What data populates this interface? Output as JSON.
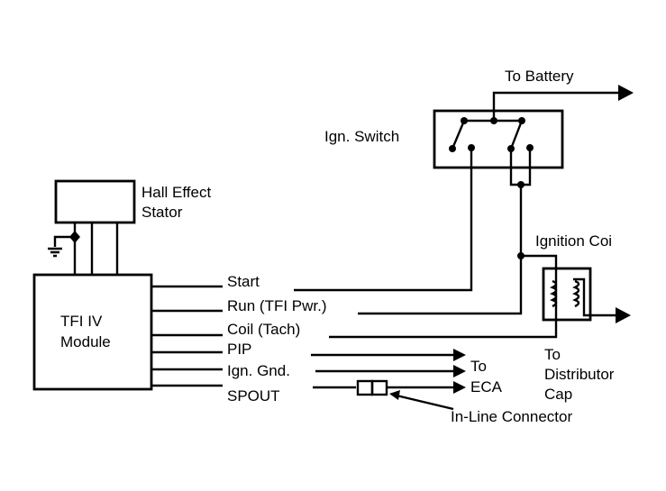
{
  "labels": {
    "to_battery": "To Battery",
    "ign_switch": "Ign. Switch",
    "hall_effect_line1": "Hall Effect",
    "hall_effect_line2": "Stator",
    "ignition_coil": "Ignition Coi",
    "module_line1": "TFI IV",
    "module_line2": "Module",
    "to_distributor_line1": "To",
    "to_distributor_line2": "Distributor",
    "to_distributor_line3": "Cap",
    "to_eca_line1": "To",
    "to_eca_line2": "ECA",
    "inline_connector": "In-Line Connector"
  },
  "wires": [
    {
      "label": "Start"
    },
    {
      "label": "Run (TFI Pwr.)"
    },
    {
      "label": "Coil (Tach)"
    },
    {
      "label": "PIP"
    },
    {
      "label": "Ign. Gnd."
    },
    {
      "label": "SPOUT"
    }
  ],
  "colors": {
    "line": "#000000",
    "background": "#ffffff"
  }
}
